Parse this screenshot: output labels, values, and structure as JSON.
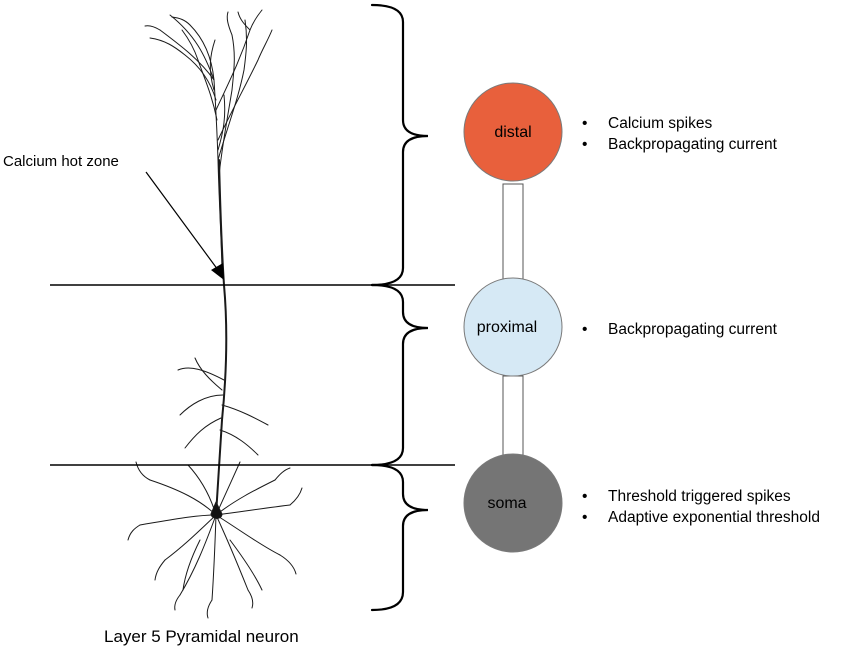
{
  "diagram": {
    "caption": "Layer 5 Pyramidal neuron",
    "annotation": "Calcium hot zone",
    "bullet_char": "•",
    "compartments": [
      {
        "label": "distal",
        "color": "#E8603C",
        "bullets": [
          "Calcium spikes",
          "Backpropagating current"
        ]
      },
      {
        "label": "proximal",
        "color": "#D6E9F5",
        "bullets": [
          "Backpropagating current"
        ]
      },
      {
        "label": "soma",
        "color": "#757575",
        "bullets": [
          "Threshold triggered spikes",
          "Adaptive exponential threshold"
        ]
      }
    ]
  }
}
